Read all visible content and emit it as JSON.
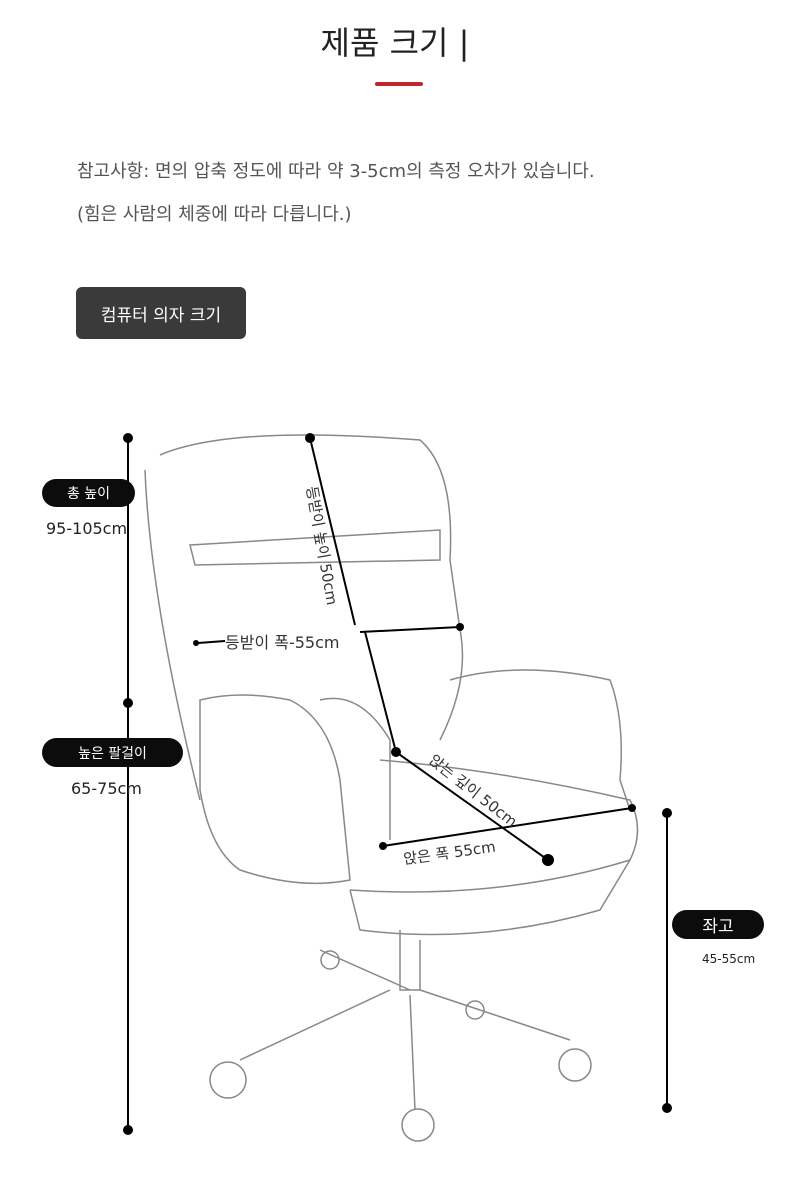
{
  "title": "제품 크기 |",
  "notes": [
    "참고사항: 면의 압축 정도에 따라 약 3-5cm의 측정 오차가 있습니다.",
    "(힘은 사람의 체중에 따라 다릅니다.)"
  ],
  "tag": "컴퓨터 의자 크기",
  "dimensions": {
    "total_height": {
      "label": "총 높이",
      "value": "95-105cm"
    },
    "armrest_height": {
      "label": "높은 팔걸이",
      "value": "65-75cm"
    },
    "seat_height": {
      "label": "좌고",
      "value": "45-55cm"
    },
    "back_height": "등받이 높이 50cm",
    "back_width": "등받이 폭-55cm",
    "seat_depth": "앉는 깊이 50cm",
    "seat_width": "앉은 폭 55cm"
  }
}
